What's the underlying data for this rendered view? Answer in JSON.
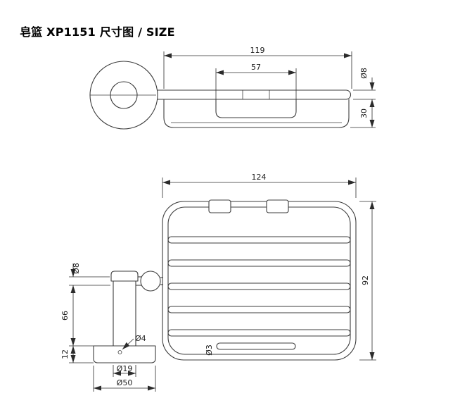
{
  "title": "皂篮 XP1151 尺寸图 / SIZE",
  "top_view": {
    "overall_width": "119",
    "inner_width": "57",
    "rail_diameter": "Ø8",
    "basket_height": "30"
  },
  "bottom_view": {
    "overall_width": "124",
    "overall_depth": "92",
    "arm_diameter": "Ø8",
    "post_height": "66",
    "base_height": "12",
    "hole_diameter": "Ø4",
    "collar_diameter": "Ø19",
    "base_diameter": "Ø50",
    "wire_diameter": "Ø3"
  }
}
